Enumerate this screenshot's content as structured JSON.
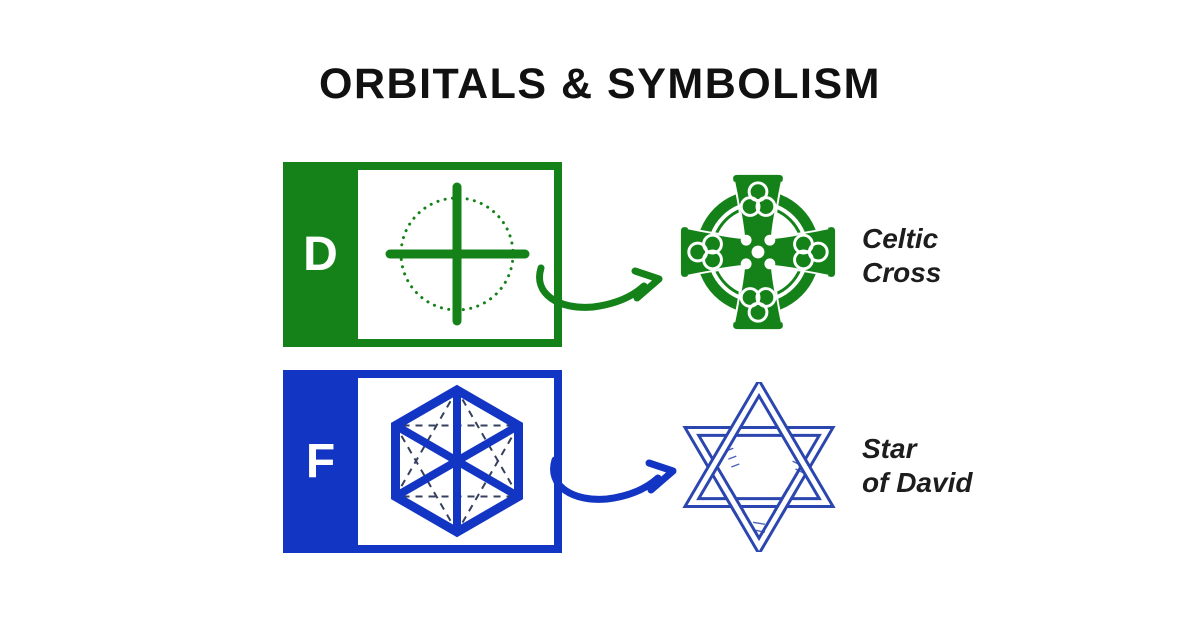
{
  "title": "ORBITALS & SYMBOLISM",
  "colors": {
    "green": "#148219",
    "blue": "#1335c4",
    "star_blue": "#2b46ae",
    "dash": "#35405f",
    "text": "#1d1d1d",
    "title": "#111111"
  },
  "rows": [
    {
      "letter": "D",
      "orbital_icon": "d-orbital-cross-in-dotted-circle",
      "symbol_icon": "celtic-cross",
      "label_line1": "Celtic",
      "label_line2": "Cross"
    },
    {
      "letter": "F",
      "orbital_icon": "f-orbital-hexagon-with-spokes",
      "symbol_icon": "star-of-david",
      "label_line1": "Star",
      "label_line2": "of David"
    }
  ]
}
